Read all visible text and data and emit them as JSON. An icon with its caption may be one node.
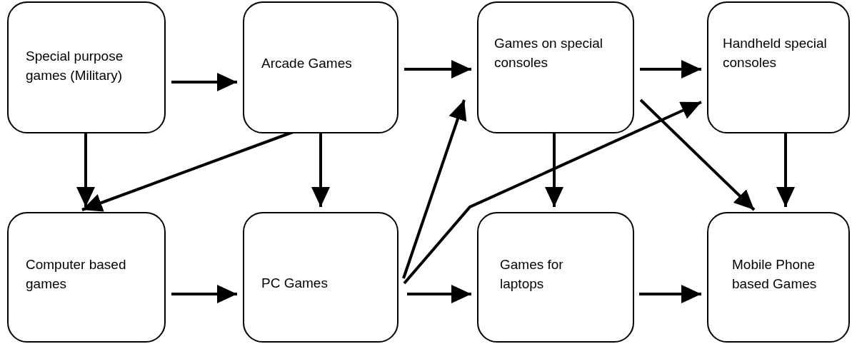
{
  "diagram": {
    "nodes": [
      {
        "text": [
          "Special purpose games (Military)"
        ]
      },
      {
        "text": [
          "Arcade Games"
        ]
      },
      {
        "text": [
          "Games on special consoles"
        ]
      },
      {
        "text": [
          "Handheld special consoles"
        ]
      },
      {
        "text": [
          "Computer based games"
        ]
      },
      {
        "text": [
          "PC Games"
        ]
      },
      {
        "text": [
          "Games for laptops"
        ]
      },
      {
        "text": [
          "Mobile Phone based Games"
        ]
      }
    ],
    "edges": [
      {
        "from": 0,
        "to": 1,
        "arrow": "to"
      },
      {
        "from": 1,
        "to": 2,
        "arrow": "to"
      },
      {
        "from": 2,
        "to": 3,
        "arrow": "to"
      },
      {
        "from": 0,
        "to": 4,
        "arrow": "to"
      },
      {
        "from": 1,
        "to": 4,
        "arrow": "to"
      },
      {
        "from": 1,
        "to": 5,
        "arrow": "to"
      },
      {
        "from": 5,
        "to": 2,
        "arrow": "to"
      },
      {
        "from": 5,
        "to": 3,
        "arrow": "to"
      },
      {
        "from": 5,
        "to": 6,
        "arrow": "to"
      },
      {
        "from": 2,
        "to": 6,
        "arrow": "to"
      },
      {
        "from": 2,
        "to": 7,
        "arrow": "to"
      },
      {
        "from": 3,
        "to": 7,
        "arrow": "to"
      },
      {
        "from": 6,
        "to": 7,
        "arrow": "to"
      },
      {
        "from": 4,
        "to": 5,
        "arrow": "to"
      }
    ]
  }
}
